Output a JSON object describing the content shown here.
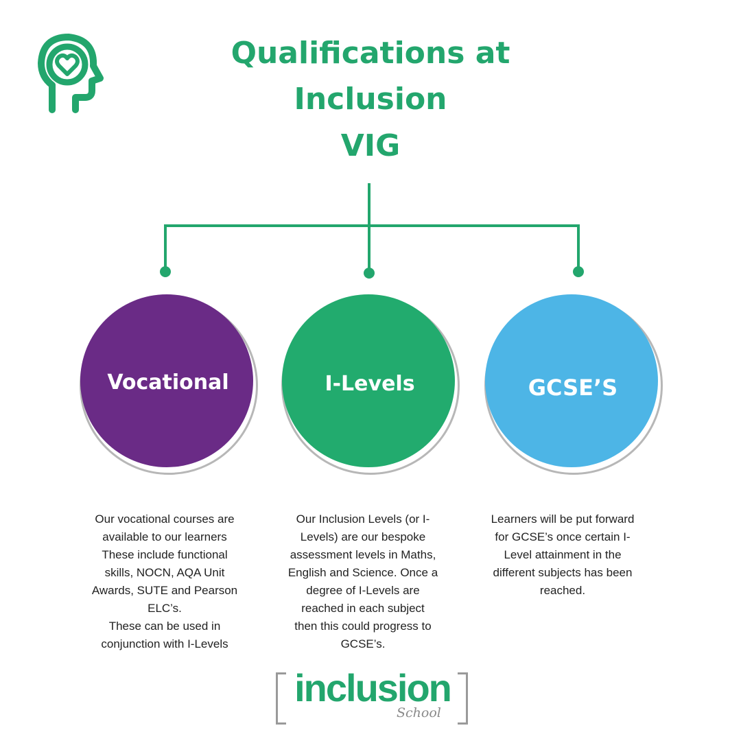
{
  "title": {
    "line1": "Qualifications at",
    "line2": "Inclusion",
    "line3": "VIG"
  },
  "icons": {
    "head": "head-heart-icon"
  },
  "colors": {
    "brand_green": "#23a66d",
    "vocational": "#6a2b86",
    "ilevels": "#22ab6e",
    "gcse": "#4db5e6",
    "ring_grey": "#b7b7b7"
  },
  "circles": [
    {
      "label": "Vocational"
    },
    {
      "label": "I-Levels"
    },
    {
      "label": "GCSE’S"
    }
  ],
  "descriptions": [
    {
      "lines": [
        "Our vocational courses are",
        "available to our learners",
        "These include functional",
        "skills, NOCN, AQA Unit",
        "Awards, SUTE and Pearson",
        "ELC’s.",
        "These can be used in",
        "conjunction with I-Levels"
      ]
    },
    {
      "lines": [
        "Our Inclusion Levels (or I-",
        "Levels) are our bespoke",
        "assessment levels in Maths,",
        "English and Science. Once a",
        "degree of I-Levels are",
        "reached in each subject",
        "then this could progress to",
        "GCSE’s."
      ]
    },
    {
      "lines": [
        "Learners will be put forward",
        "for GCSE’s once certain I-",
        "Level attainment in the",
        "different subjects has been",
        "reached."
      ]
    }
  ],
  "logo": {
    "word": "inclusion",
    "sub": "School"
  }
}
